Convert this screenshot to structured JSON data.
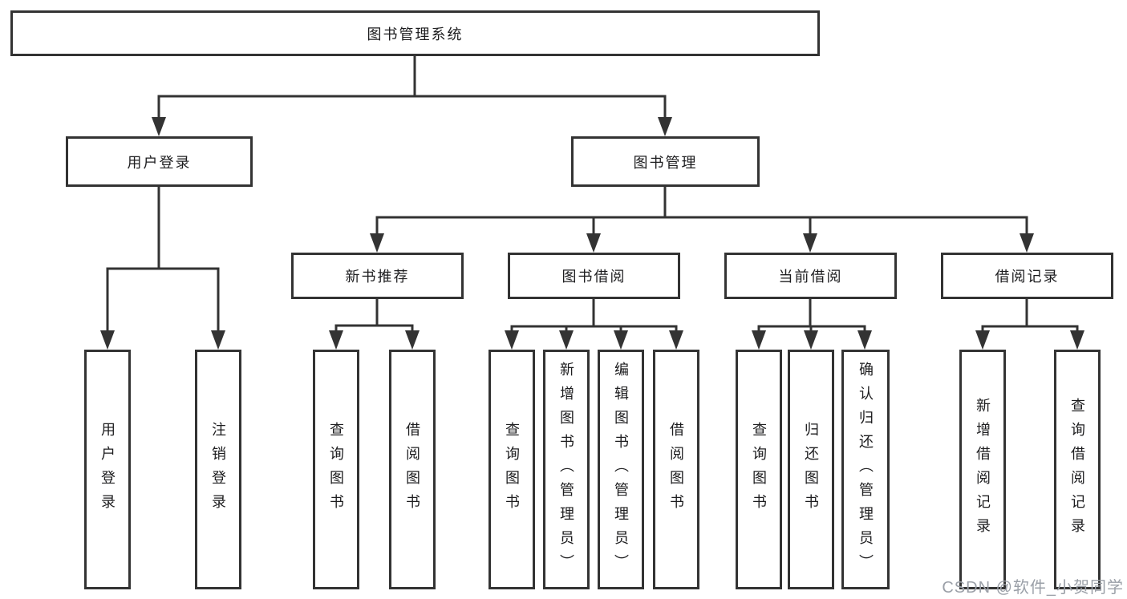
{
  "diagram": {
    "root": {
      "label": "图书管理系统"
    },
    "nodes": {
      "user_login": {
        "label": "用户登录",
        "children": [
          {
            "label": "用户登录"
          },
          {
            "label": "注销登录"
          }
        ]
      },
      "book_mgmt": {
        "label": "图书管理",
        "children": [
          {
            "label": "新书推荐",
            "children": [
              {
                "label": "查询图书"
              },
              {
                "label": "借阅图书"
              }
            ]
          },
          {
            "label": "图书借阅",
            "children": [
              {
                "label": "查询图书"
              },
              {
                "label": "新增图书（管理员）"
              },
              {
                "label": "编辑图书（管理员）"
              },
              {
                "label": "借阅图书"
              }
            ]
          },
          {
            "label": "当前借阅",
            "children": [
              {
                "label": "查询图书"
              },
              {
                "label": "归还图书"
              },
              {
                "label": "确认归还（管理员）"
              }
            ]
          },
          {
            "label": "借阅记录",
            "children": [
              {
                "label": "新增借阅记录"
              },
              {
                "label": "查询借阅记录"
              }
            ]
          }
        ]
      }
    }
  },
  "watermark": {
    "text": "CSDN @软件_小贺同学"
  },
  "colors": {
    "line": "#333333",
    "box_border": "#333333",
    "box_background": "#ffffff",
    "text": "#1d1d1f",
    "watermark_text": "#9ba0a8",
    "page_background": "#ffffff"
  }
}
